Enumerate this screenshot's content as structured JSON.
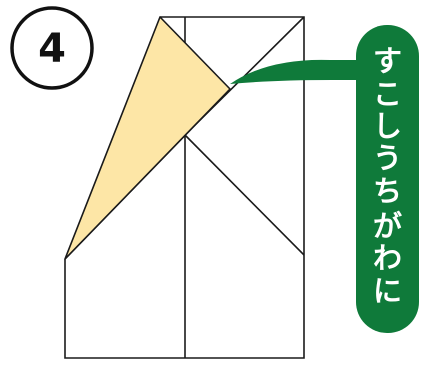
{
  "step": {
    "number": "4"
  },
  "note": {
    "chars": [
      "す",
      "こ",
      "し",
      "う",
      "ち",
      "が",
      "わ",
      "に"
    ]
  },
  "colors": {
    "flap_fill": "#fde6a6",
    "note_green": "#0f7a3a",
    "line": "#1a1a1a"
  }
}
